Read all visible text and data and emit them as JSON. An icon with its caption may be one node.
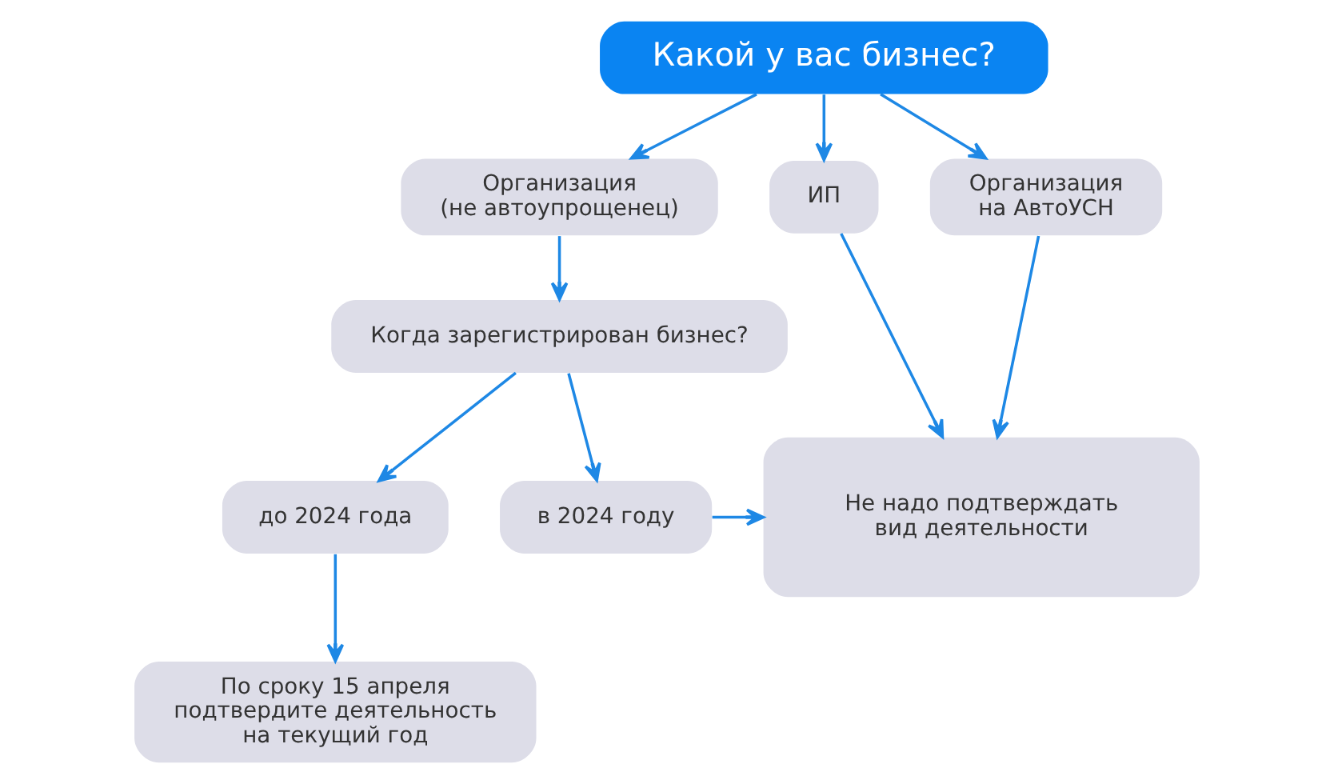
{
  "diagram": {
    "nodes": [
      {
        "text": [
          "Какой у вас бизнес?"
        ]
      },
      {
        "text": [
          "Организация (не автоупрощенец)"
        ]
      },
      {
        "text": [
          "ИП"
        ]
      },
      {
        "text": [
          "Организация на АвтоУСН"
        ]
      },
      {
        "text": [
          "Когда зарегистрирован бизнес?"
        ]
      },
      {
        "text": [
          "Не надо подтверждать вид деятельности"
        ]
      },
      {
        "text": [
          "до 2024 года"
        ]
      },
      {
        "text": [
          "в 2024 году"
        ]
      },
      {
        "text": [
          "По сроку 15 апреля подтвердите деятельность на текущий год"
        ]
      }
    ],
    "edges": [
      {
        "from": 0,
        "to": 1,
        "arrow": "to"
      },
      {
        "from": 0,
        "to": 2,
        "arrow": "to"
      },
      {
        "from": 0,
        "to": 3,
        "arrow": "to"
      },
      {
        "from": 1,
        "to": 4,
        "arrow": "to"
      },
      {
        "from": 2,
        "to": 5,
        "arrow": "to"
      },
      {
        "from": 3,
        "to": 5,
        "arrow": "to"
      },
      {
        "from": 4,
        "to": 6,
        "arrow": "to"
      },
      {
        "from": 4,
        "to": 7,
        "arrow": "to"
      },
      {
        "from": 7,
        "to": 5,
        "arrow": "to"
      },
      {
        "from": 6,
        "to": 8,
        "arrow": "to"
      }
    ]
  }
}
